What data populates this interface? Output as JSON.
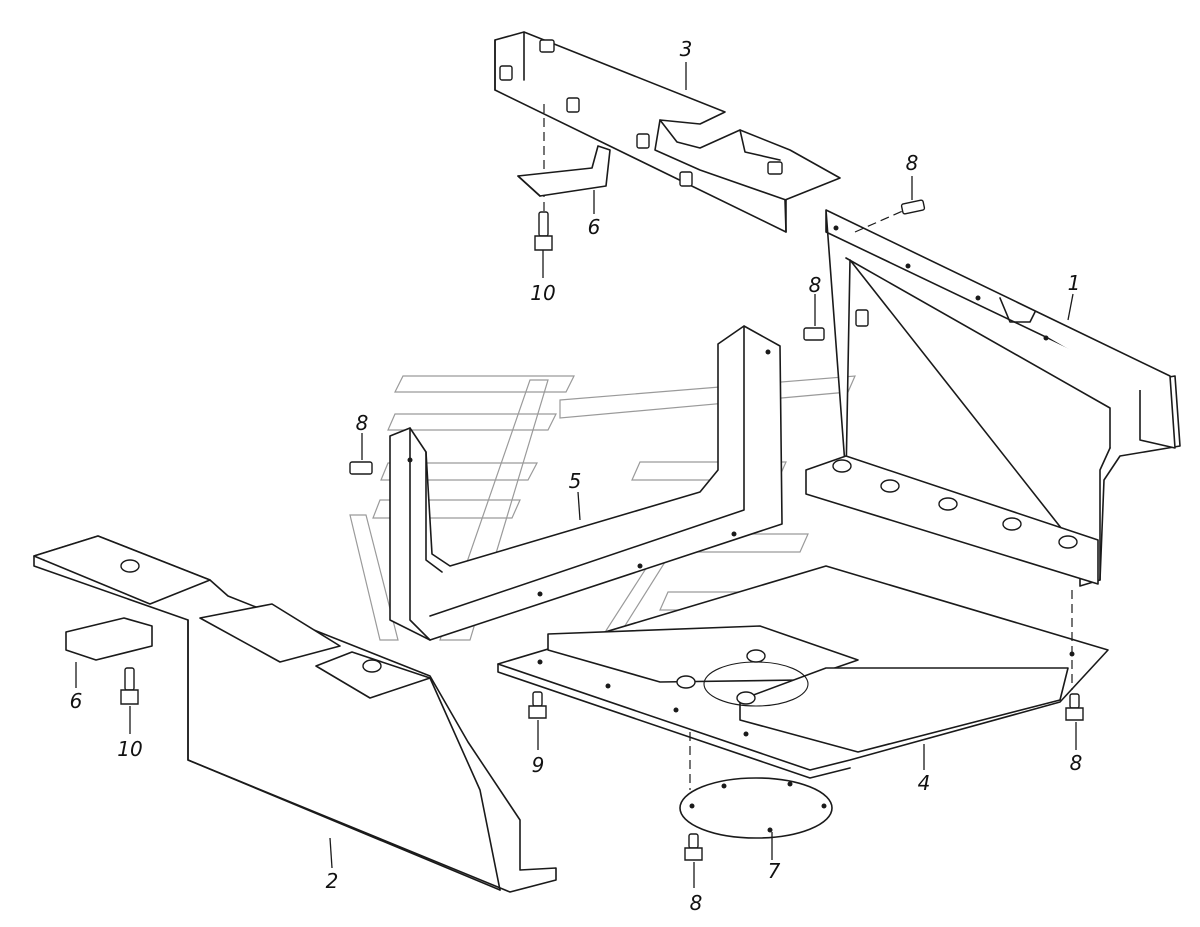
{
  "callouts": {
    "c1": "1",
    "c2": "2",
    "c3": "3",
    "c4": "4",
    "c5": "5",
    "c6a": "6",
    "c6b": "6",
    "c7": "7",
    "c8a": "8",
    "c8b": "8",
    "c8c": "8",
    "c8d": "8",
    "c8e": "8",
    "c9": "9",
    "c10a": "10",
    "c10b": "10"
  },
  "colors": {
    "line": "#1a1a1a",
    "watermark": "#9a9a9a",
    "background": "#ffffff"
  }
}
